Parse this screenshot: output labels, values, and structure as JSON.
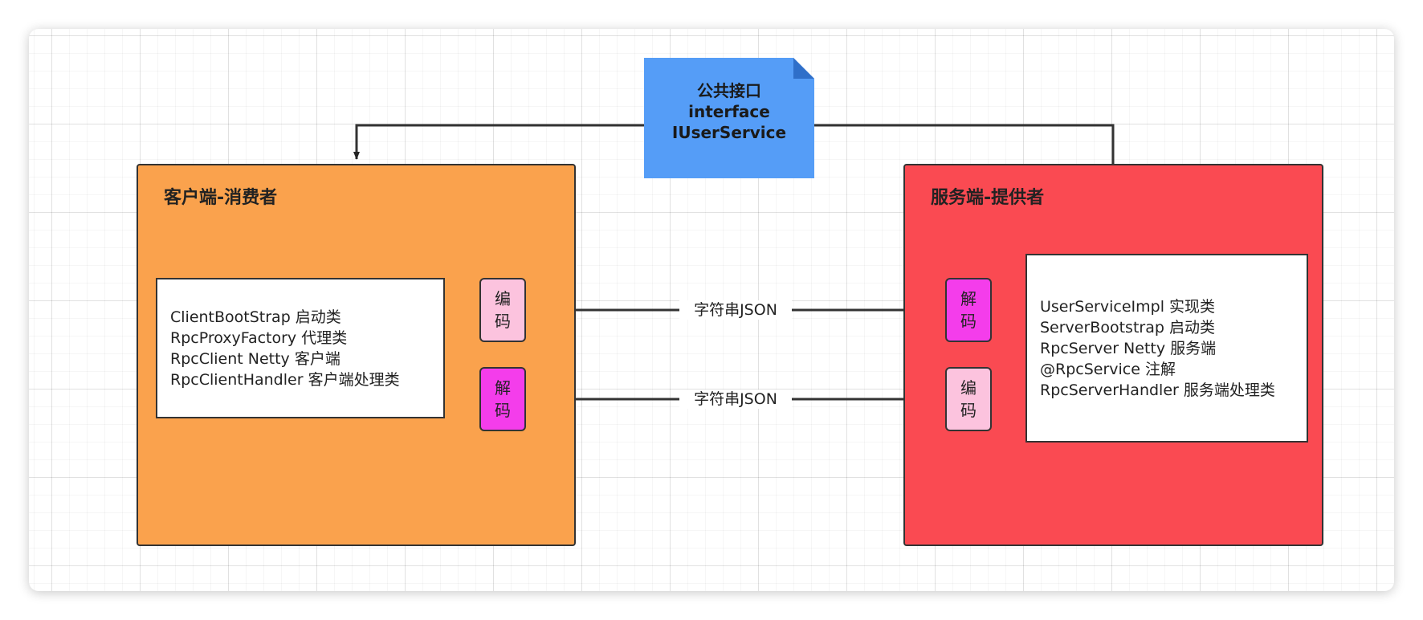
{
  "interface_note": {
    "lines": [
      "公共接口",
      "interface",
      "IUserService"
    ],
    "color": "#559DF7"
  },
  "client": {
    "title": "客户端-消费者",
    "color": "#FAA24D",
    "classes": [
      "ClientBootStrap 启动类",
      "RpcProxyFactory 代理类",
      "RpcClient Netty 客户端",
      "RpcClientHandler 客户端处理类"
    ],
    "encode": {
      "chars": [
        "编",
        "码"
      ],
      "color": "#FCC3DE"
    },
    "decode": {
      "chars": [
        "解",
        "码"
      ],
      "color": "#F43DEB"
    }
  },
  "server": {
    "title": "服务端-提供者",
    "color": "#FA4A52",
    "classes": [
      "UserServiceImpl 实现类",
      "ServerBootstrap 启动类",
      "RpcServer Netty 服务端",
      "@RpcService  注解",
      "RpcServerHandler 服务端处理类"
    ],
    "decode": {
      "chars": [
        "解",
        "码"
      ],
      "color": "#F43DEB"
    },
    "encode": {
      "chars": [
        "编",
        "码"
      ],
      "color": "#FCC3DE"
    }
  },
  "edges": {
    "request_label": "字符串JSON",
    "response_label": "字符串JSON"
  }
}
